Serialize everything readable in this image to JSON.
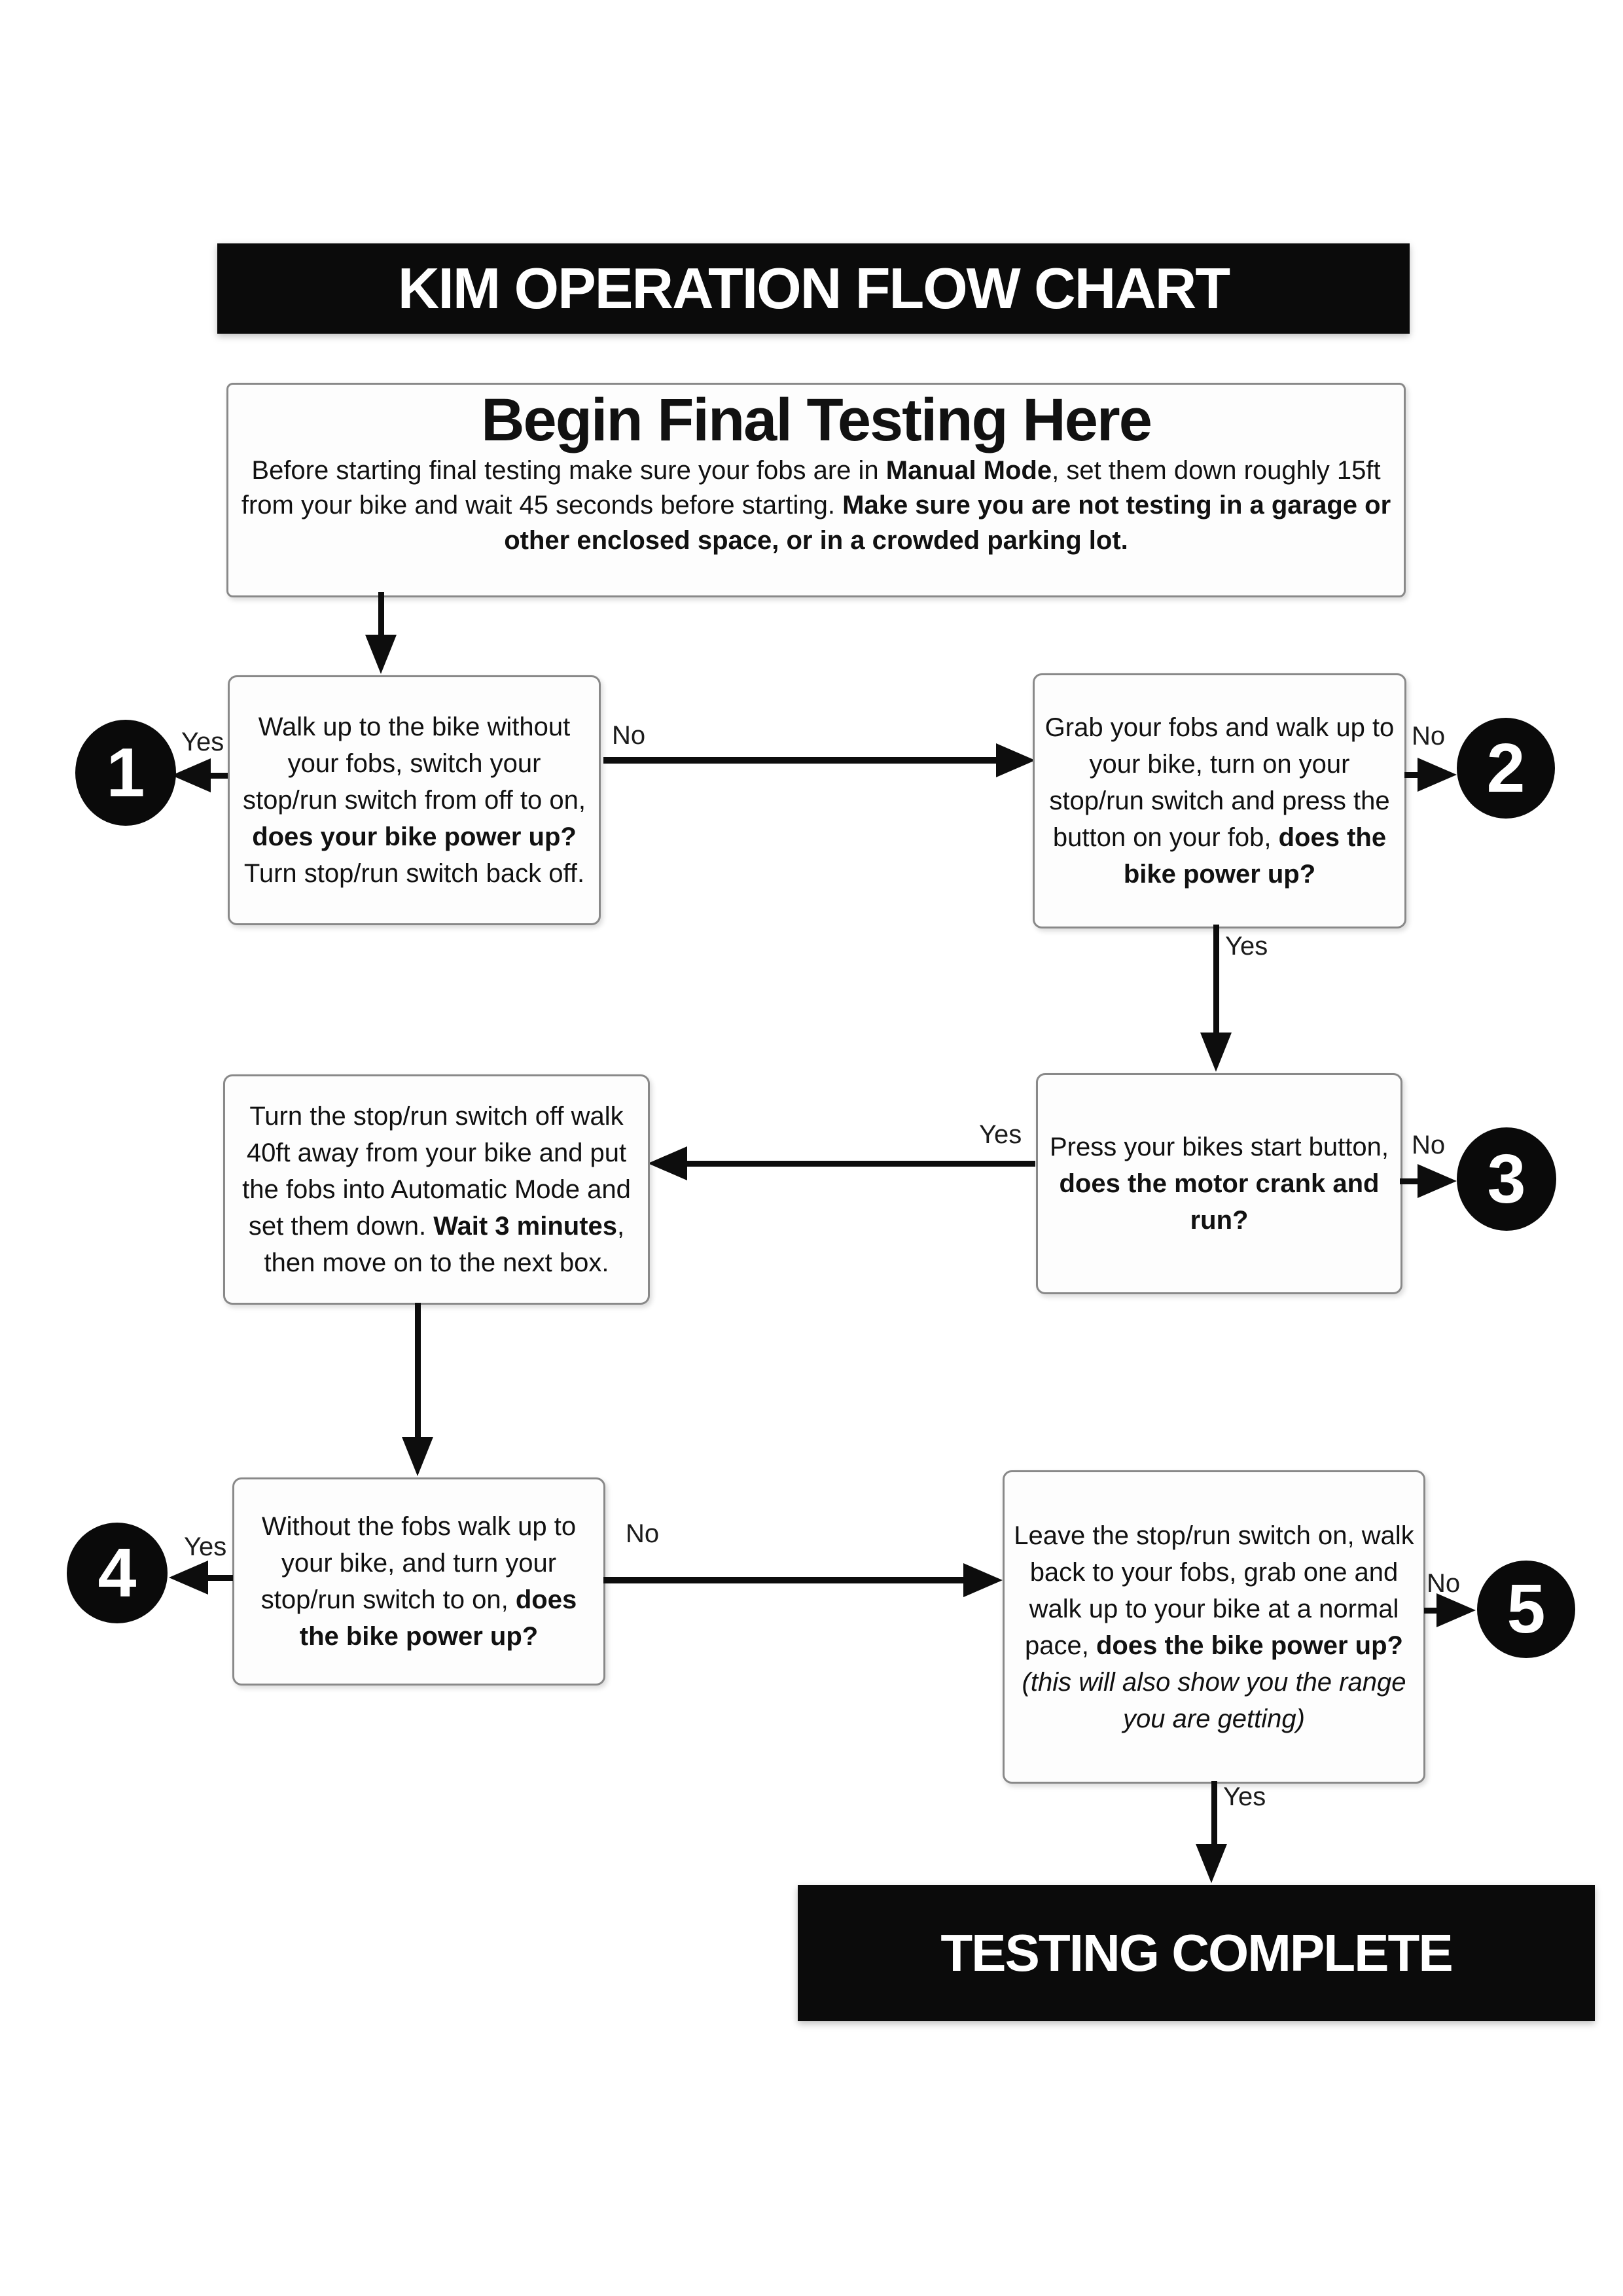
{
  "title": "KIM OPERATION FLOW CHART",
  "complete": "TESTING COMPLETE",
  "labels": {
    "yes": "Yes",
    "no": "No"
  },
  "circles": [
    {
      "number": "1"
    },
    {
      "number": "2"
    },
    {
      "number": "3"
    },
    {
      "number": "4"
    },
    {
      "number": "5"
    }
  ],
  "begin": {
    "heading": "Begin Final Testing Here",
    "body": [
      {
        "text": "Before starting final testing make sure your fobs are in "
      },
      {
        "text": "Manual Mode",
        "bold": true
      },
      {
        "text": ", set them down roughly 15ft from your bike and wait 45 seconds before starting. "
      },
      {
        "text": "Make sure you are not testing in a garage or other enclosed space, or in a crowded parking lot.",
        "bold": true
      }
    ]
  },
  "boxes": {
    "walk_without_fobs": {
      "segments": [
        {
          "text": "Walk up to the bike without your fobs, switch your stop/run switch from off to on, "
        },
        {
          "text": "does your bike power up?",
          "bold": true
        },
        {
          "text": " Turn stop/run switch back off."
        }
      ]
    },
    "grab_fobs": {
      "segments": [
        {
          "text": "Grab your fobs and walk up to your bike, turn on your stop/run switch and press the button on your fob, "
        },
        {
          "text": "does the bike power up?",
          "bold": true
        }
      ]
    },
    "turn_switch_off": {
      "segments": [
        {
          "text": "Turn the stop/run switch off walk 40ft away from your bike and put the fobs into Automatic Mode and set them down. "
        },
        {
          "text": "Wait 3 minutes",
          "bold": true
        },
        {
          "text": ", then move on to the next box."
        }
      ]
    },
    "press_start": {
      "segments": [
        {
          "text": "Press your bikes start button, "
        },
        {
          "text": "does the motor crank and run?",
          "bold": true
        }
      ]
    },
    "without_fobs": {
      "segments": [
        {
          "text": "Without the fobs walk up to your bike, and turn your stop/run switch to on, "
        },
        {
          "text": "does the bike power up?",
          "bold": true
        }
      ]
    },
    "leave_switch_on": {
      "segments": [
        {
          "text": "Leave the stop/run switch on, walk back to your fobs, grab one and walk up to your bike at a normal pace, "
        },
        {
          "text": "does the bike power up?",
          "bold": true
        },
        {
          "text": " "
        },
        {
          "text": "(this will also show you the range you are getting)",
          "italic": true
        }
      ]
    }
  }
}
